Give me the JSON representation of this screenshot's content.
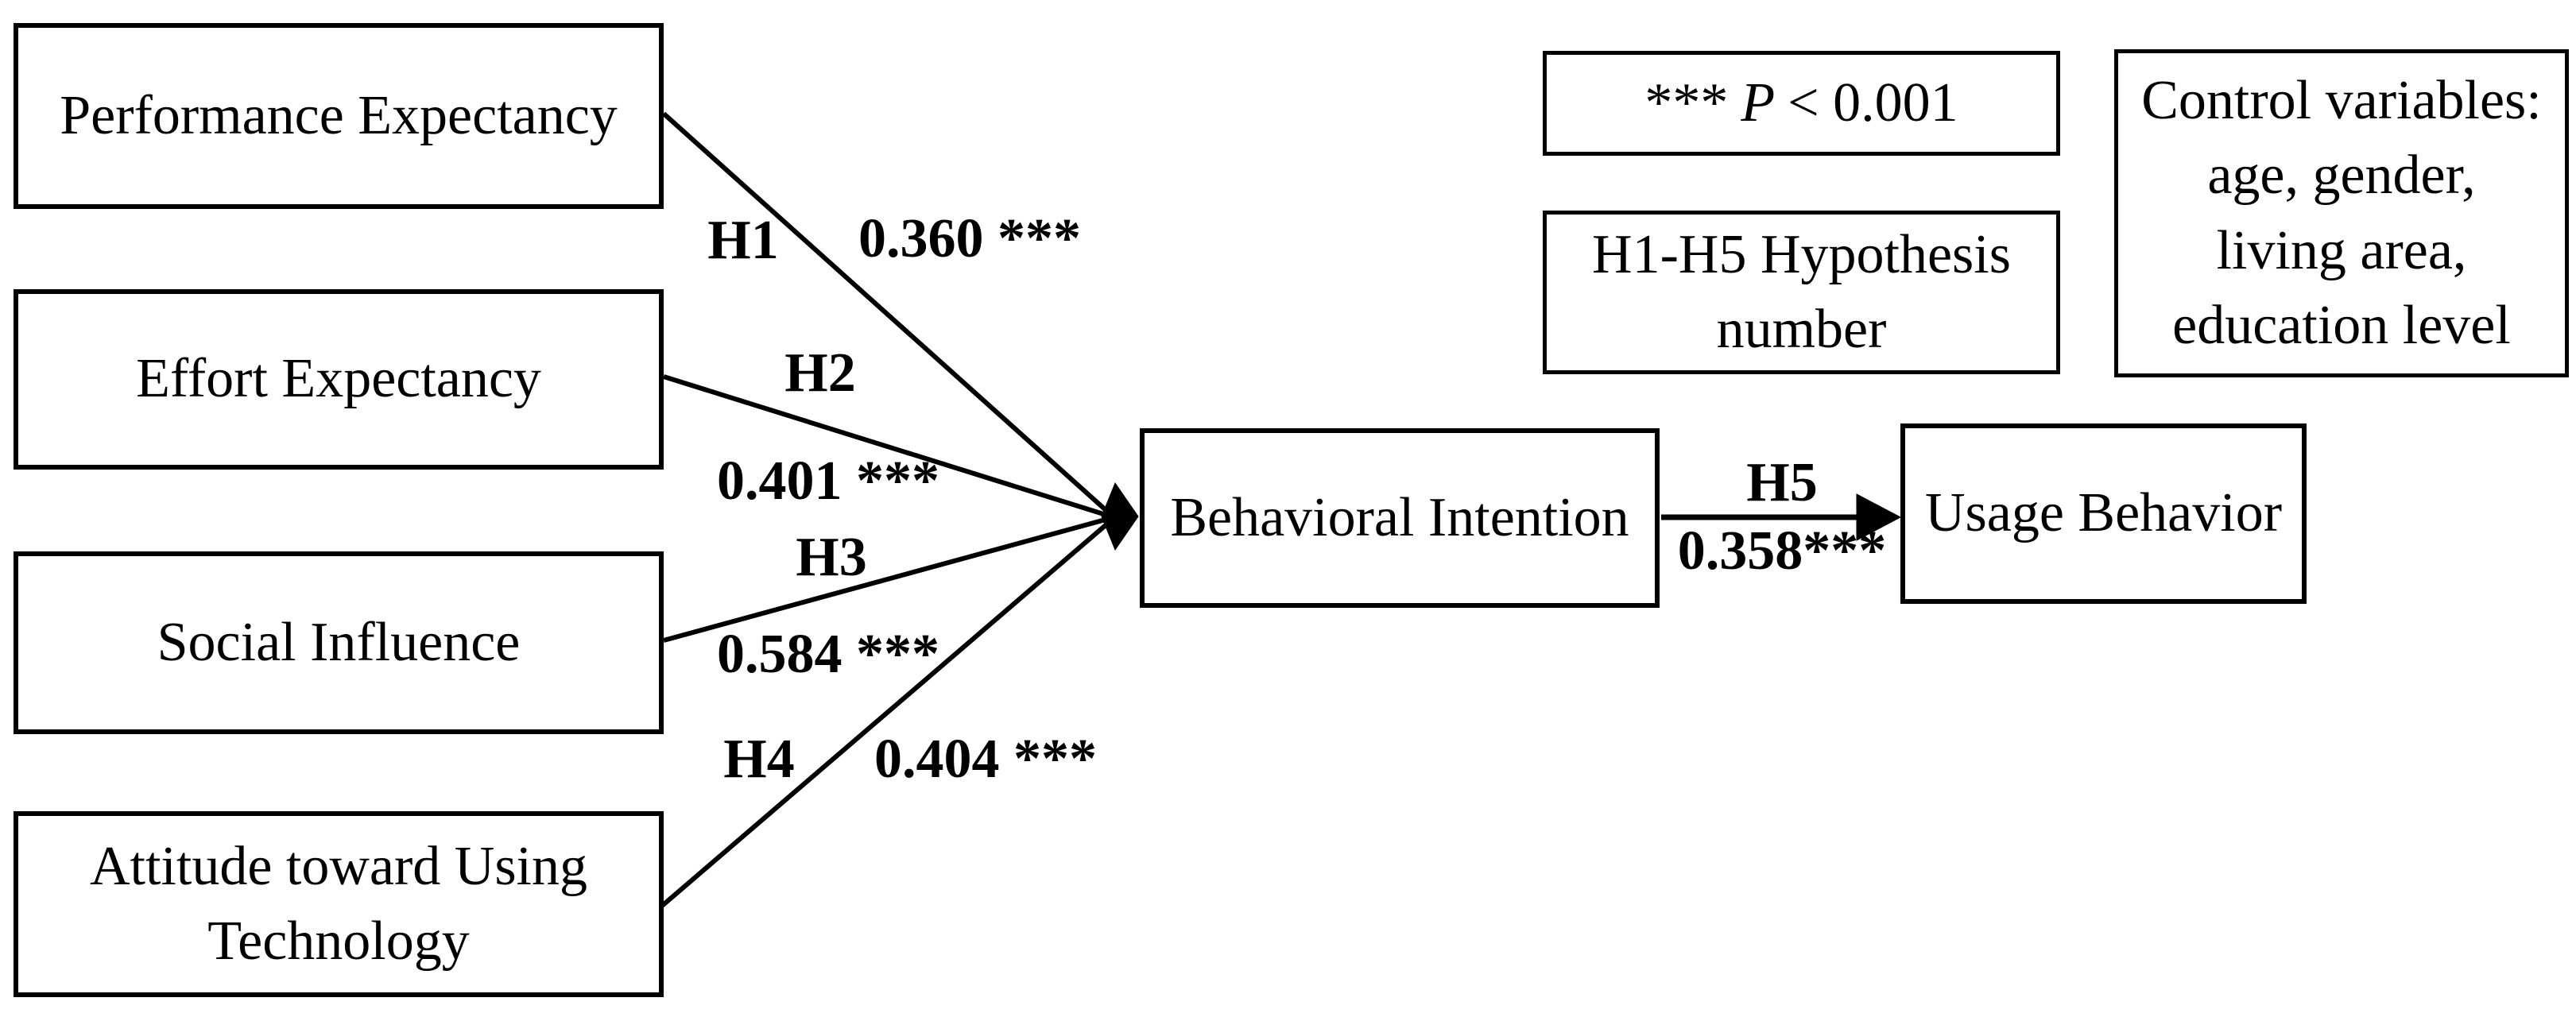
{
  "diagram": {
    "nodes": {
      "performance": {
        "label": "Performance Expectancy"
      },
      "effort": {
        "label": "Effort Expectancy"
      },
      "social": {
        "label": "Social Influence"
      },
      "attitude": {
        "line1": "Attitude toward Using",
        "line2": "Technology"
      },
      "behavioral": {
        "label": "Behavioral Intention"
      },
      "usage": {
        "label": "Usage Behavior"
      }
    },
    "edges": {
      "h1": {
        "hypothesis": "H1",
        "coefficient": "0.360 ***"
      },
      "h2": {
        "hypothesis": "H2",
        "coefficient": "0.401 ***"
      },
      "h3": {
        "hypothesis": "H3",
        "coefficient": "0.584 ***"
      },
      "h4": {
        "hypothesis": "H4",
        "coefficient": "0.404 ***"
      },
      "h5": {
        "hypothesis": "H5",
        "coefficient": "0.358***"
      }
    },
    "legend": {
      "significance": {
        "stars": "***",
        "p_symbol": "P",
        "condition": "< 0.001"
      },
      "hypothesis_note": {
        "line1": "H1-H5 Hypothesis",
        "line2": "number"
      },
      "control_variables": {
        "line1": "Control variables:",
        "line2": "age, gender,",
        "line3": "living area,",
        "line4": "education level"
      }
    },
    "colors": {
      "background": "#ffffff",
      "line": "#000000",
      "box_border": "#000000",
      "text": "#000000"
    }
  }
}
